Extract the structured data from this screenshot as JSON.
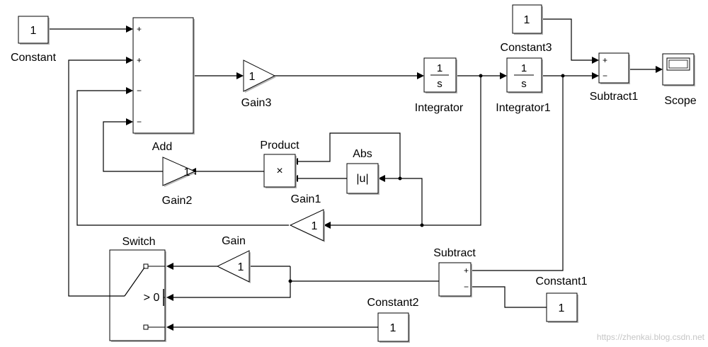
{
  "blocks": {
    "constant": {
      "label": "Constant",
      "value": "1"
    },
    "constant1": {
      "label": "Constant1",
      "value": "1"
    },
    "constant2": {
      "label": "Constant2",
      "value": "1"
    },
    "constant3": {
      "label": "Constant3",
      "value": "1"
    },
    "add": {
      "label": "Add",
      "signs": [
        "+",
        "+",
        "−",
        "−"
      ]
    },
    "gain": {
      "label": "Gain",
      "value": "1"
    },
    "gain1": {
      "label": "Gain1",
      "value": "1"
    },
    "gain2": {
      "label": "Gain2",
      "value": "1"
    },
    "gain3": {
      "label": "Gain3",
      "value": "1"
    },
    "integrator": {
      "label": "Integrator",
      "num": "1",
      "den": "s"
    },
    "integrator1": {
      "label": "Integrator1",
      "num": "1",
      "den": "s"
    },
    "product": {
      "label": "Product",
      "symbol": "×"
    },
    "abs": {
      "label": "Abs",
      "symbol": "|u|"
    },
    "subtract": {
      "label": "Subtract",
      "signs": [
        "+",
        "−"
      ]
    },
    "subtract1": {
      "label": "Subtract1",
      "signs": [
        "+",
        "−"
      ]
    },
    "switch": {
      "label": "Switch",
      "criteria": "> 0"
    },
    "scope": {
      "label": "Scope"
    }
  },
  "watermark": "https://zhenkai.blog.csdn.net"
}
